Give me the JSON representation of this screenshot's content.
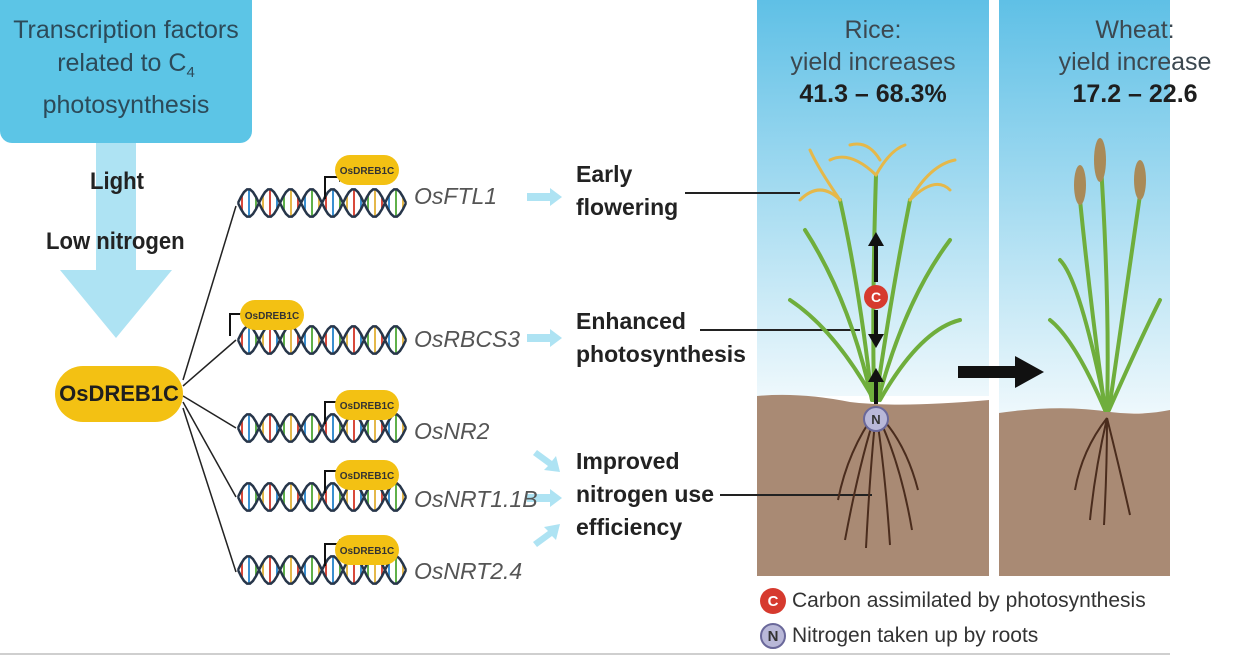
{
  "tf_box": {
    "line1": "Transcription factors",
    "line2": "related to C",
    "line2_sub": "4",
    "line3": "photosynthesis"
  },
  "conditions": [
    "Light",
    "Low nitrogen"
  ],
  "hub_label": "OsDREB1C",
  "genes": [
    {
      "name": "OsFTL1",
      "tf": "OsDREB1C"
    },
    {
      "name": "OsRBCS3",
      "tf": "OsDREB1C"
    },
    {
      "name": "OsNR2",
      "tf": "OsDREB1C"
    },
    {
      "name": "OsNRT1.1B",
      "tf": "OsDREB1C"
    },
    {
      "name": "OsNRT2.4",
      "tf": "OsDREB1C"
    }
  ],
  "outcomes": {
    "flowering": [
      "Early",
      "flowering"
    ],
    "photosynthesis": [
      "Enhanced",
      "photosynthesis"
    ],
    "nitrogen": [
      "Improved",
      "nitrogen use",
      "efficiency"
    ]
  },
  "panels": {
    "rice": {
      "line1": "Rice:",
      "line2": "yield increases",
      "pct": "41.3 – 68.3%"
    },
    "wheat": {
      "line1": "Wheat:",
      "line2": "yield increase",
      "pct": "17.2 – 22.6"
    }
  },
  "markers": {
    "carbon": "C",
    "nitrogen": "N"
  },
  "legend": [
    {
      "badge": "C",
      "text": "Carbon assimilated by photosynthesis"
    },
    {
      "badge": "N",
      "text": "Nitrogen taken up by roots"
    }
  ],
  "colors": {
    "tf_box": "#5cc5e6",
    "hub": "#f3c113",
    "arrow": "#aee3f3",
    "sky_top": "#5fc0e6",
    "soil": "#a98a74"
  }
}
